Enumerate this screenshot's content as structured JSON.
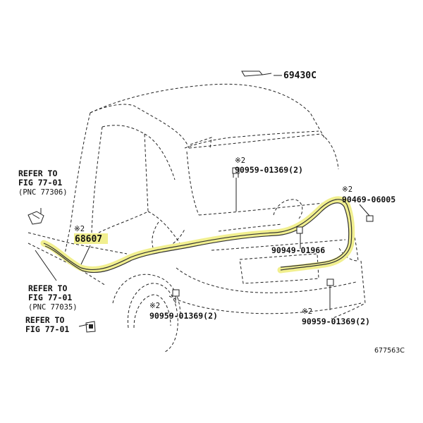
{
  "callouts": {
    "part_top": "69430C",
    "mark": "※2",
    "hose_label": "68607",
    "clip_upper": "90959-01369(2)",
    "nozzle": "90469-06005",
    "grommet": "90949-01966",
    "clip_left": "90959-01369(2)",
    "clip_right": "90959-01369(2)",
    "ref1_line1": "REFER TO",
    "ref1_line2": "FIG 77-01",
    "ref1_line3": "(PNC 77306)",
    "ref2_line1": "REFER TO",
    "ref2_line2": "FIG 77-01",
    "ref2_line3": "(PNC 77035)",
    "ref3_line1": "REFER TO",
    "ref3_line2": "FIG 77-01"
  },
  "figure_code": "677563C",
  "colors": {
    "highlight": "#f1ef8f",
    "line": "#222222"
  }
}
